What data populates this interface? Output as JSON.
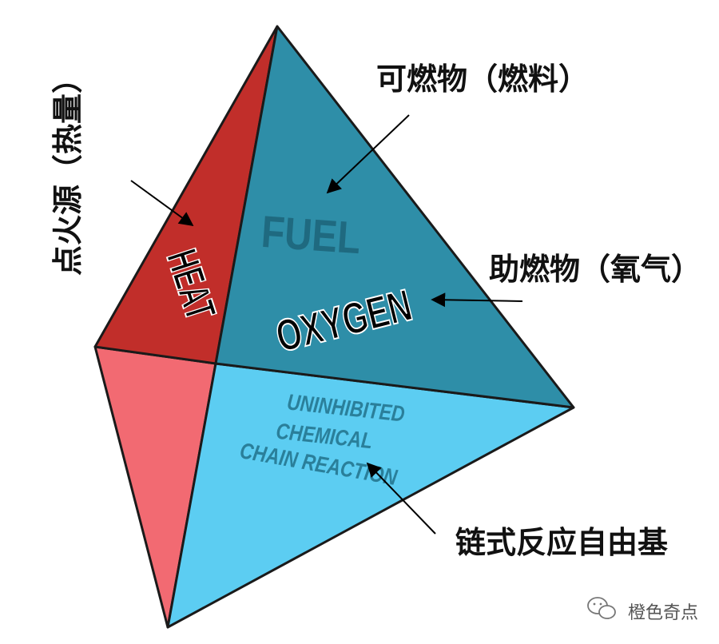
{
  "faces": {
    "heat": {
      "label": "HEAT",
      "color": "#c12e2a"
    },
    "fuel": {
      "label": "FUEL",
      "color": "#2e8ea8"
    },
    "oxygen": {
      "label": "OXYGEN"
    },
    "chain": {
      "lines": [
        "UNINHIBITED",
        "CHEMICAL",
        "CHAIN REACTION"
      ],
      "color": "#5ccdf2"
    },
    "lower_left": {
      "color": "#f26a72"
    }
  },
  "annotations": {
    "ignition": "点火源（热量）",
    "combustible": "可燃物（燃料）",
    "oxidizer": "助燃物（氧气）",
    "chain_reaction": "链式反应自由基"
  },
  "watermark": {
    "text": "橙色奇点",
    "icon": "wechat-icon"
  }
}
